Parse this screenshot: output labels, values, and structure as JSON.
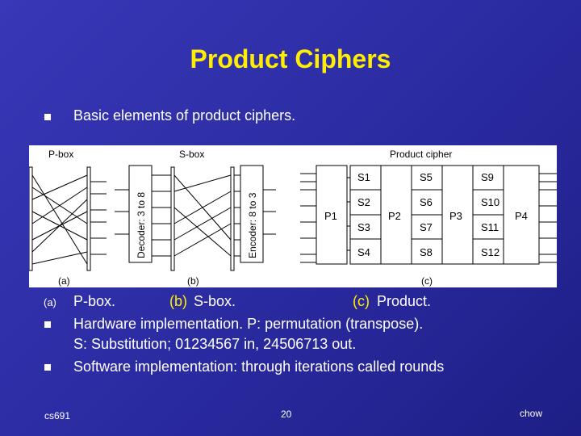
{
  "slide": {
    "title": "Product Ciphers",
    "intro_bullet": "Basic elements of product ciphers.",
    "caption": {
      "marker": "(a)",
      "a_text": "P-box.",
      "b_label": "(b)",
      "b_text": "S-box.",
      "c_label": "(c)",
      "c_text": "Product."
    },
    "bullets": [
      "Hardware implementation. P: permutation (transpose).",
      "S: Substitution; 01234567 in, 24506713 out.",
      "Software implementation:  through iterations called rounds"
    ],
    "footer": {
      "left": "cs691",
      "center": "20",
      "right": "chow"
    }
  },
  "figure": {
    "pbox_label": "P-box",
    "sbox_label": "S-box",
    "product_label": "Product cipher",
    "decoder_label": "Decoder: 3 to 8",
    "encoder_label": "Encoder: 8 to 3",
    "sub_a": "(a)",
    "sub_b": "(b)",
    "sub_c": "(c)",
    "p_boxes": [
      "P1",
      "P2",
      "P3",
      "P4"
    ],
    "s_boxes_col1": [
      "S1",
      "S2",
      "S3",
      "S4"
    ],
    "s_boxes_col2": [
      "S5",
      "S6",
      "S7",
      "S8"
    ],
    "s_boxes_col3": [
      "S9",
      "S10",
      "S11",
      "S12"
    ]
  },
  "colors": {
    "background": "#2e2ea6",
    "title": "#ffee00",
    "text": "#ffffff"
  }
}
